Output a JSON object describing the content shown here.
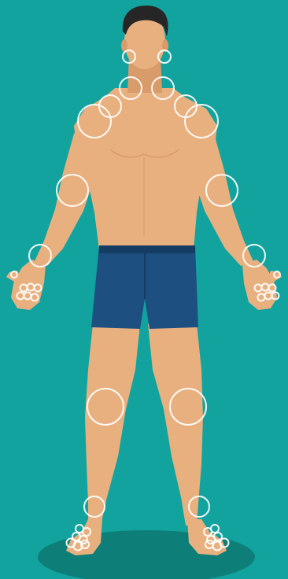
{
  "colors": {
    "background": "#13a39f",
    "skin": "#e9b07f",
    "skin_shadow": "#d89c6b",
    "hair": "#262626",
    "shorts": "#1d4f80",
    "shorts_dark": "#153c63",
    "floor_shadow": "#0d7f78",
    "joint_marker": "#ffffff"
  },
  "joint_markers": [
    {
      "name": "left-jaw",
      "size": "small"
    },
    {
      "name": "right-jaw",
      "size": "small"
    },
    {
      "name": "left-neck",
      "size": "small"
    },
    {
      "name": "right-neck",
      "size": "small"
    },
    {
      "name": "left-shoulder-upper",
      "size": "small"
    },
    {
      "name": "right-shoulder-upper",
      "size": "small"
    },
    {
      "name": "left-shoulder",
      "size": "large"
    },
    {
      "name": "right-shoulder",
      "size": "large"
    },
    {
      "name": "left-elbow",
      "size": "medium"
    },
    {
      "name": "right-elbow",
      "size": "medium"
    },
    {
      "name": "left-wrist",
      "size": "small"
    },
    {
      "name": "right-wrist",
      "size": "small"
    },
    {
      "name": "left-knee",
      "size": "large"
    },
    {
      "name": "right-knee",
      "size": "large"
    },
    {
      "name": "left-ankle",
      "size": "small"
    },
    {
      "name": "right-ankle",
      "size": "small"
    },
    {
      "name": "left-finger-joints",
      "size": "tiny"
    },
    {
      "name": "right-finger-joints",
      "size": "tiny"
    },
    {
      "name": "left-toe-joints",
      "size": "tiny"
    },
    {
      "name": "right-toe-joints",
      "size": "tiny"
    }
  ]
}
